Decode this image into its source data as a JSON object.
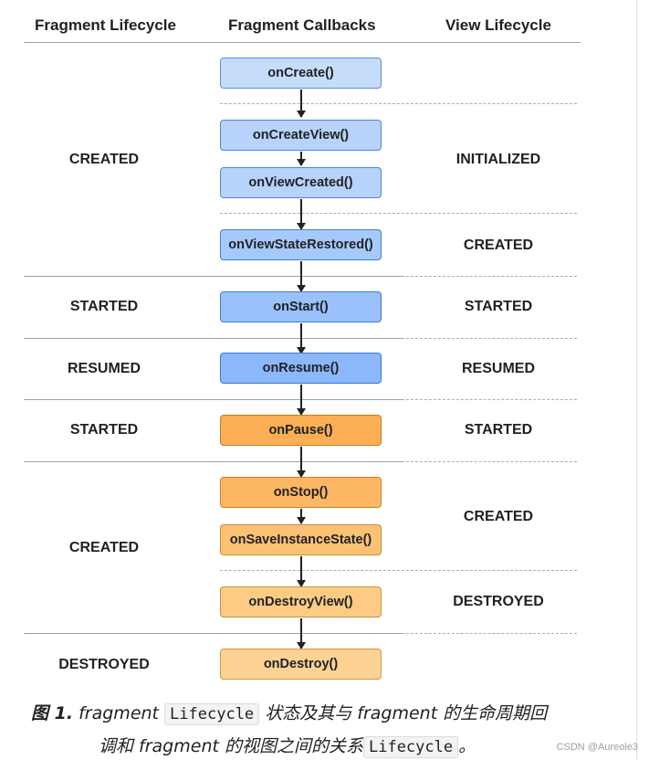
{
  "headers": {
    "fragment_lifecycle": "Fragment Lifecycle",
    "fragment_callbacks": "Fragment Callbacks",
    "view_lifecycle": "View Lifecycle"
  },
  "fragment_states": [
    "CREATED",
    "STARTED",
    "RESUMED",
    "STARTED",
    "CREATED",
    "DESTROYED"
  ],
  "view_states": [
    "INITIALIZED",
    "CREATED",
    "STARTED",
    "RESUMED",
    "STARTED",
    "CREATED",
    "DESTROYED"
  ],
  "callbacks": [
    "onCreate()",
    "onCreateView()",
    "onViewCreated()",
    "onViewStateRestored()",
    "onStart()",
    "onResume()",
    "onPause()",
    "onStop()",
    "onSaveInstanceState()",
    "onDestroyView()",
    "onDestroy()"
  ],
  "colors": {
    "callback_up": "#9ac1fb",
    "callback_down": "#fcb764",
    "divider": "#9aa0a6"
  },
  "caption": {
    "label": "图 1.",
    "part1": " fragment ",
    "code1": "Lifecycle",
    "part2": " 状态及其与 fragment 的生命周期回",
    "part3": "调和 fragment 的视图之间的关系",
    "code2": "Lifecycle",
    "part4": "。"
  },
  "watermark": "CSDN @Aureole3"
}
